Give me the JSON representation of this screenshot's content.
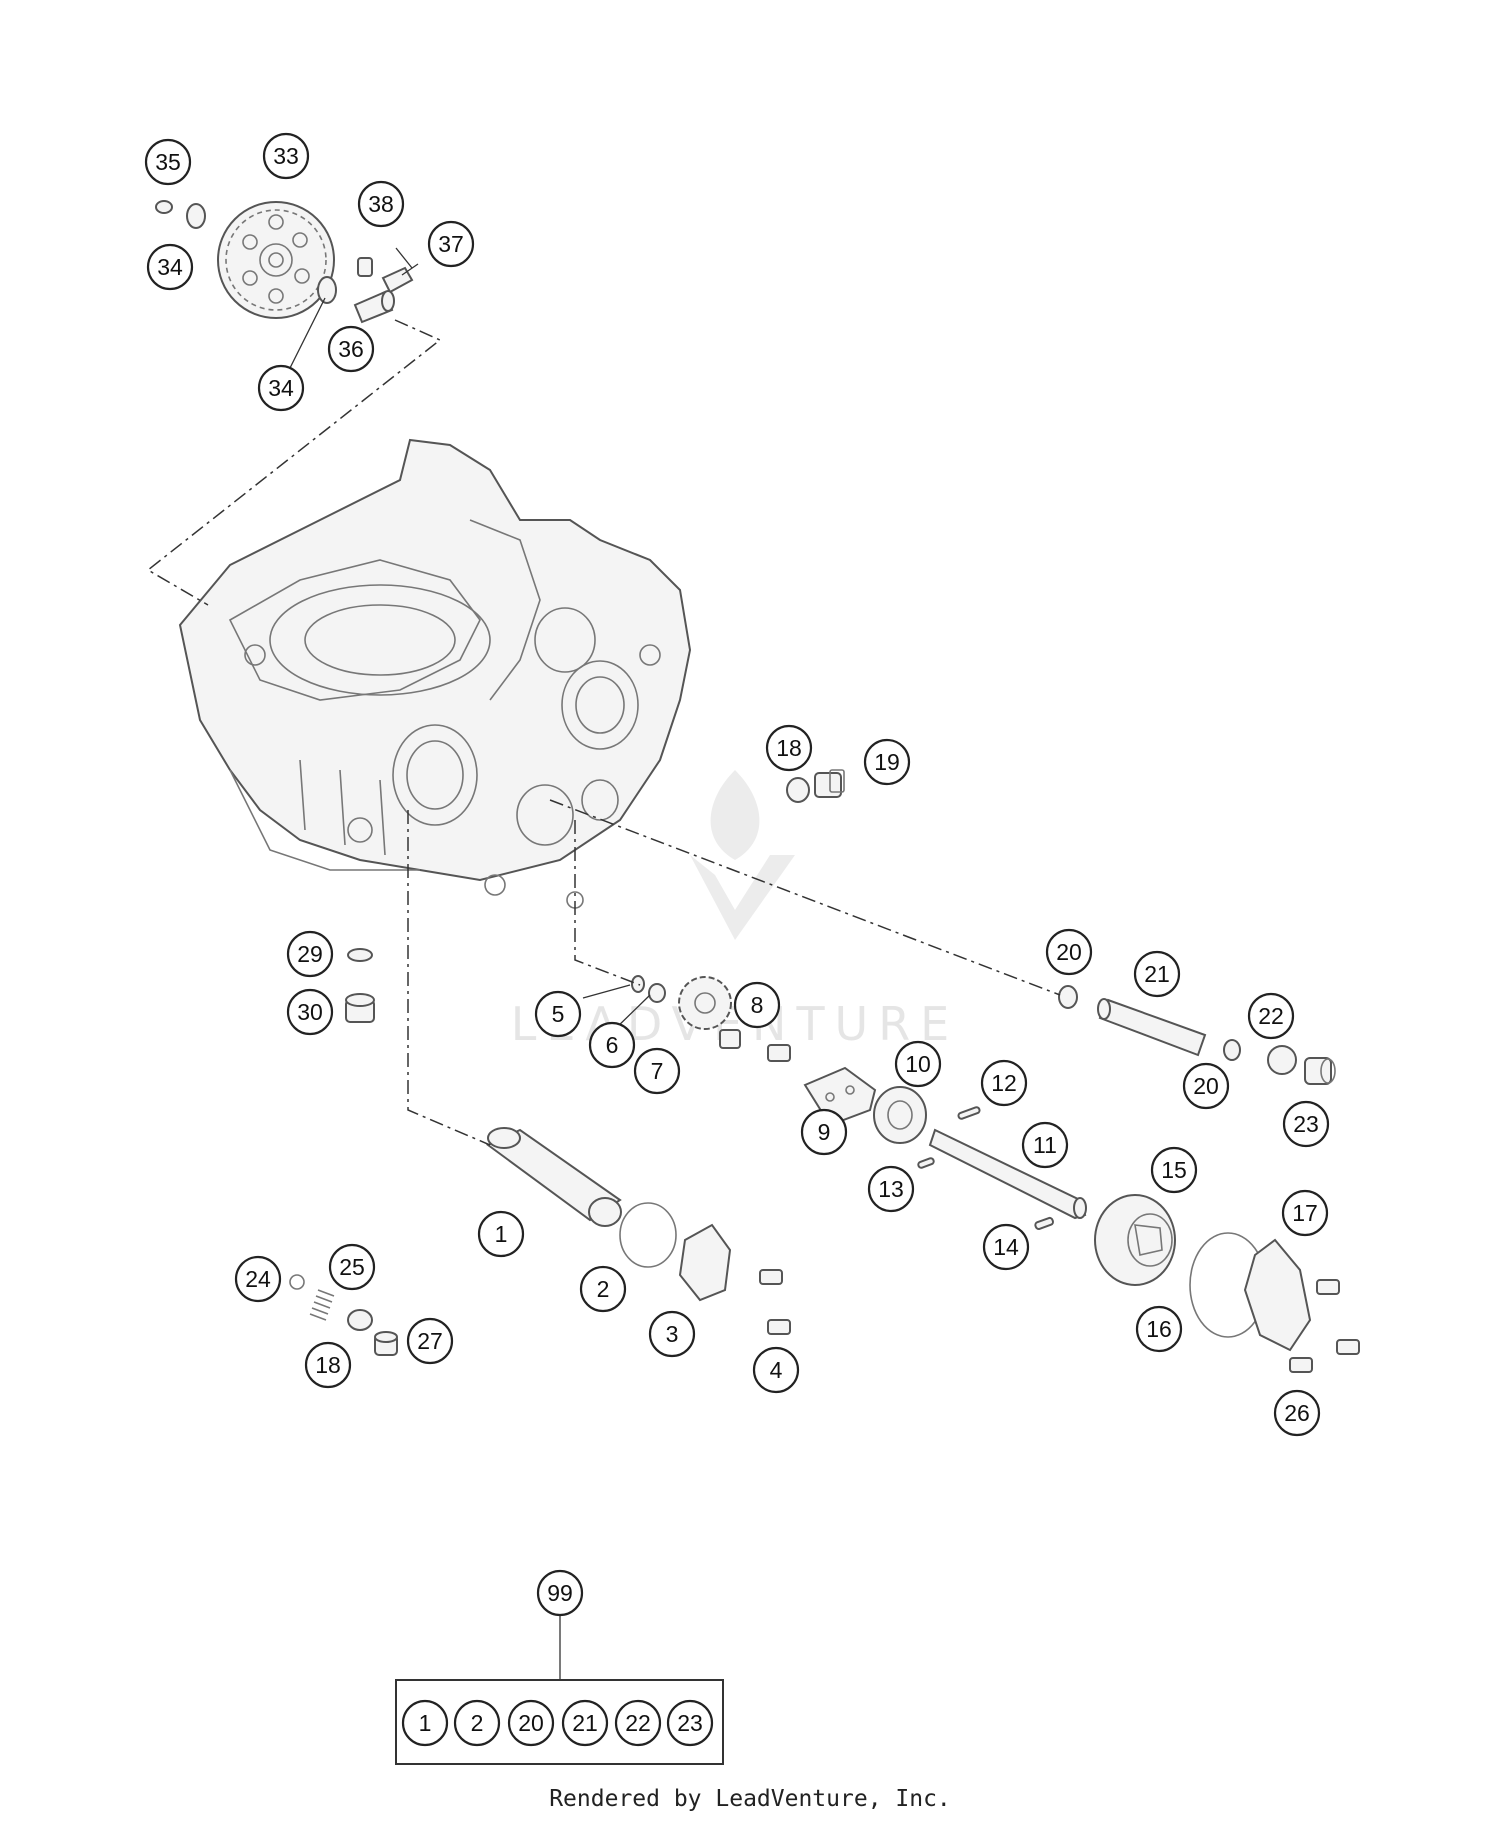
{
  "footer": {
    "credit": "Rendered by LeadVenture, Inc."
  },
  "watermark": {
    "text": "LEADVENTURE"
  },
  "callouts": [
    {
      "label": "35"
    },
    {
      "label": "33"
    },
    {
      "label": "38"
    },
    {
      "label": "37"
    },
    {
      "label": "34"
    },
    {
      "label": "34"
    },
    {
      "label": "36"
    },
    {
      "label": "18"
    },
    {
      "label": "19"
    },
    {
      "label": "29"
    },
    {
      "label": "30"
    },
    {
      "label": "20"
    },
    {
      "label": "21"
    },
    {
      "label": "22"
    },
    {
      "label": "5"
    },
    {
      "label": "8"
    },
    {
      "label": "6"
    },
    {
      "label": "7"
    },
    {
      "label": "10"
    },
    {
      "label": "12"
    },
    {
      "label": "20"
    },
    {
      "label": "23"
    },
    {
      "label": "9"
    },
    {
      "label": "11"
    },
    {
      "label": "13"
    },
    {
      "label": "15"
    },
    {
      "label": "1"
    },
    {
      "label": "17"
    },
    {
      "label": "14"
    },
    {
      "label": "24"
    },
    {
      "label": "25"
    },
    {
      "label": "2"
    },
    {
      "label": "16"
    },
    {
      "label": "3"
    },
    {
      "label": "27"
    },
    {
      "label": "18"
    },
    {
      "label": "4"
    },
    {
      "label": "26"
    },
    {
      "label": "99"
    }
  ],
  "kit": {
    "items": [
      {
        "label": "1"
      },
      {
        "label": "2"
      },
      {
        "label": "20"
      },
      {
        "label": "21"
      },
      {
        "label": "22"
      },
      {
        "label": "23"
      }
    ]
  }
}
